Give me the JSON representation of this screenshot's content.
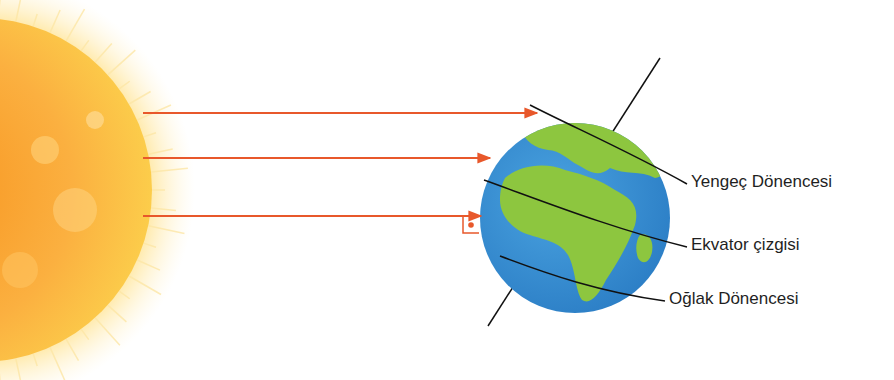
{
  "diagram": {
    "labels": [
      "Yengeç Dönencesi",
      "Ekvator çizgisi",
      "Oğlak Dönencesi"
    ]
  }
}
